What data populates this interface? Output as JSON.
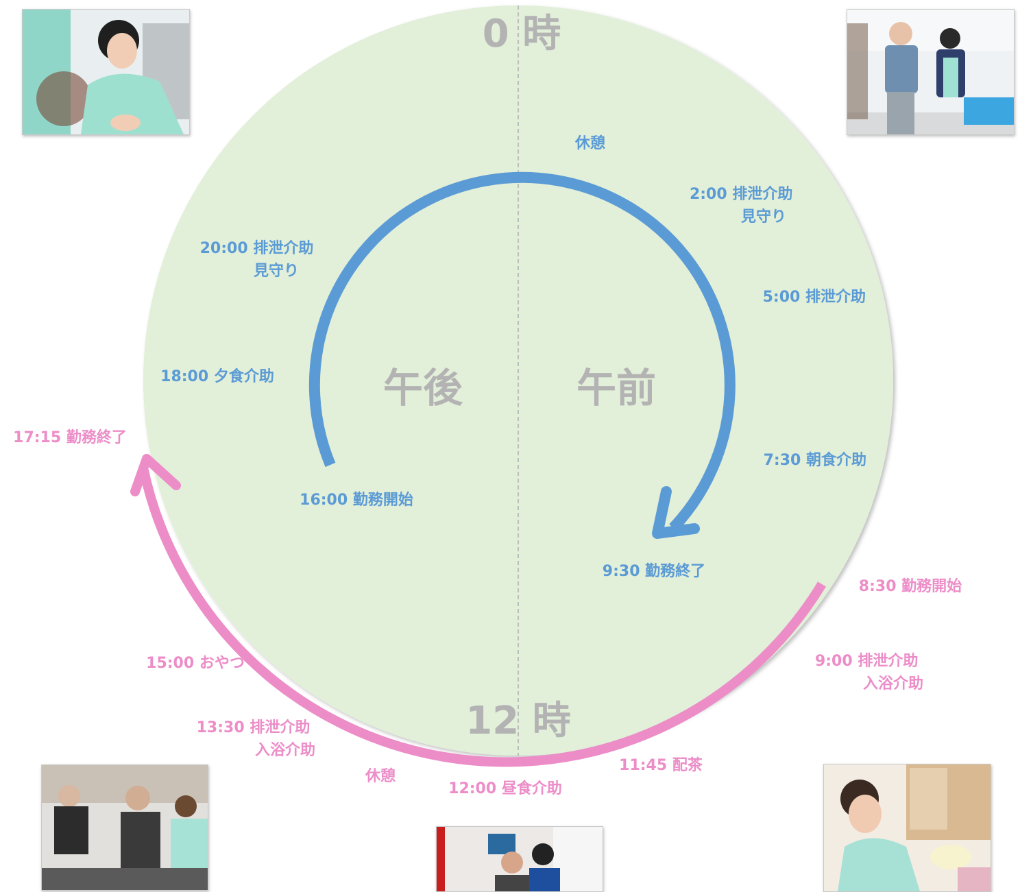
{
  "colors": {
    "circle_fill": "#e2efd9",
    "night_shift": "#5b9bd5",
    "day_shift": "#ec8dc8",
    "center_text": "#b3b3b3"
  },
  "clock": {
    "top_label": "0 時",
    "bottom_label": "12 時",
    "pm_label": "午後",
    "am_label": "午前"
  },
  "night_shift": {
    "events": [
      {
        "lines": [
          "休憩"
        ]
      },
      {
        "lines": [
          "2:00 排泄介助",
          "見守り"
        ]
      },
      {
        "lines": [
          "5:00 排泄介助"
        ]
      },
      {
        "lines": [
          "7:30 朝食介助"
        ]
      },
      {
        "lines": [
          "9:30 勤務終了"
        ]
      },
      {
        "lines": [
          "16:00 勤務開始"
        ]
      },
      {
        "lines": [
          "18:00 夕食介助"
        ]
      },
      {
        "lines": [
          "20:00 排泄介助",
          "見守り"
        ]
      }
    ]
  },
  "day_shift": {
    "events": [
      {
        "lines": [
          "8:30 勤務開始"
        ]
      },
      {
        "lines": [
          "9:00 排泄介助",
          "入浴介助"
        ]
      },
      {
        "lines": [
          "11:45 配茶"
        ]
      },
      {
        "lines": [
          "12:00 昼食介助"
        ]
      },
      {
        "lines": [
          "休憩"
        ]
      },
      {
        "lines": [
          "13:30 排泄介助",
          "入浴介助"
        ]
      },
      {
        "lines": [
          "15:00 おやつ"
        ]
      },
      {
        "lines": [
          "17:15 勤務終了"
        ]
      }
    ]
  },
  "photos": [
    {
      "icon": "photo-nurse-assisting-resident"
    },
    {
      "icon": "photo-caregiver-walking-with-resident"
    },
    {
      "icon": "photo-caregivers-with-wheelchair-residents"
    },
    {
      "icon": "photo-staff-helping-resident"
    },
    {
      "icon": "photo-caregiver-smiling-bedside"
    }
  ]
}
